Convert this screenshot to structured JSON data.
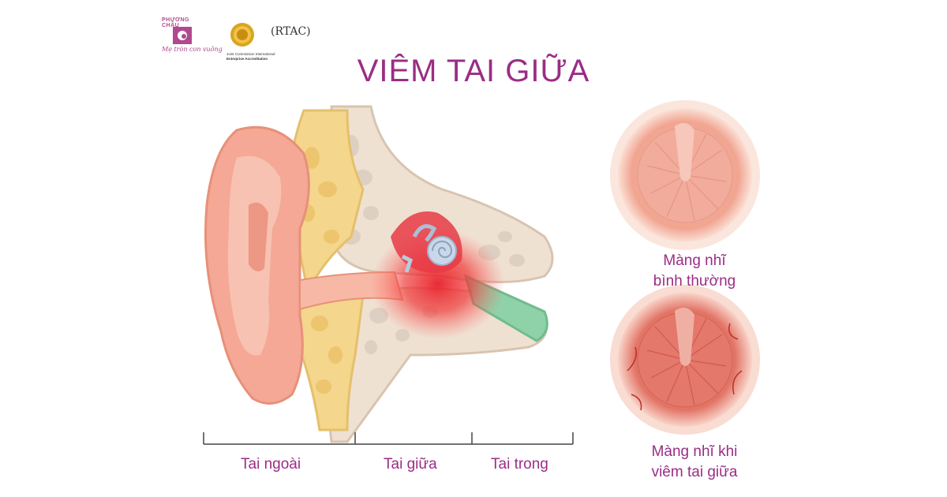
{
  "branding": {
    "name": "PHƯƠNG CHÂU",
    "slogan": "Mẹ tròn con vuông",
    "accreditation_line1": "Joint Commission International",
    "accreditation_line2": "Enterprise Accreditation",
    "rtac": "RTAC"
  },
  "title": "VIÊM TAI GIỮA",
  "regions": [
    {
      "label": "Tai ngoài"
    },
    {
      "label": "Tai giữa"
    },
    {
      "label": "Tai trong"
    }
  ],
  "eardrums": {
    "normal": [
      "Màng nhĩ",
      "bình thường"
    ],
    "inflamed": [
      "Màng nhĩ khi",
      "viêm tai giữa"
    ]
  },
  "colors": {
    "title": "#9a2d85",
    "skin": "#f4a895",
    "bone": "#f4d68c",
    "inflammation": "#e8202a",
    "tube": "#8fd1a8"
  }
}
